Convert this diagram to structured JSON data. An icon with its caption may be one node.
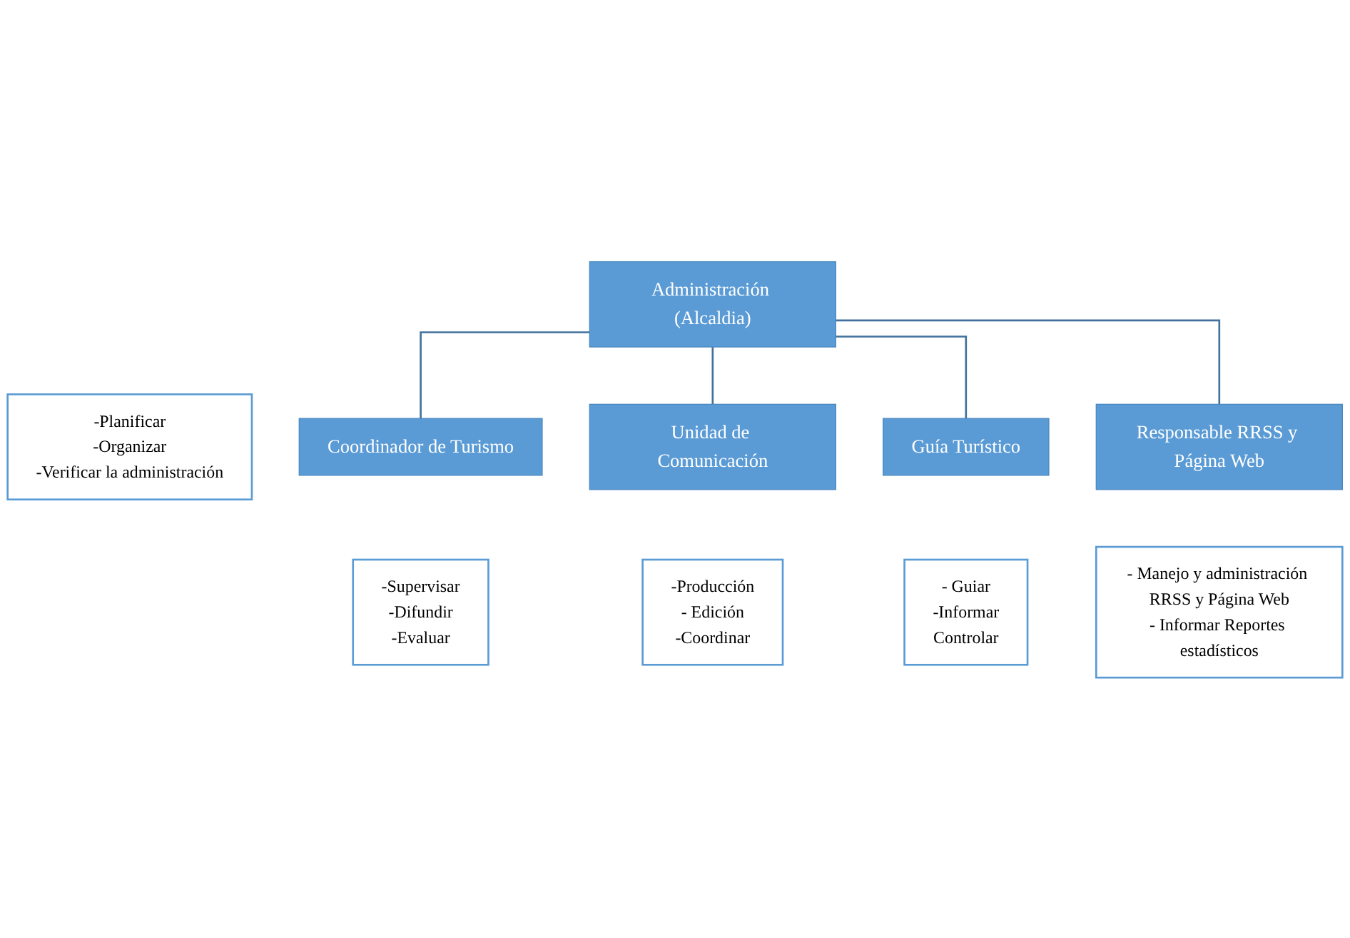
{
  "diagram": {
    "nodes": [
      {
        "text": [
          "Administración (Alcaldia)"
        ]
      },
      {
        "text": [
          "-Planificar",
          "-Organizar",
          "-Verificar la administración"
        ]
      },
      {
        "text": [
          "Coordinador de Turismo"
        ]
      },
      {
        "text": [
          "-Supervisar",
          "-Difundir",
          "-Evaluar"
        ]
      },
      {
        "text": [
          "Unidad de Comunicación"
        ]
      },
      {
        "text": [
          "-Producción",
          "- Edición",
          "-Coordinar"
        ]
      },
      {
        "text": [
          "Guía Turístico"
        ]
      },
      {
        "text": [
          "- Guiar",
          "-Informar",
          "Controlar"
        ]
      },
      {
        "text": [
          "Responsable RRSS y Página Web"
        ]
      },
      {
        "text": [
          "- Manejo y administración RRSS y Página Web",
          "- Informar Reportes estadísticos"
        ]
      }
    ],
    "edges": [
      {
        "from": 0,
        "to": 2,
        "arrow": "none"
      },
      {
        "from": 0,
        "to": 4,
        "arrow": "none"
      },
      {
        "from": 0,
        "to": 6,
        "arrow": "none"
      },
      {
        "from": 0,
        "to": 8,
        "arrow": "none"
      }
    ]
  }
}
